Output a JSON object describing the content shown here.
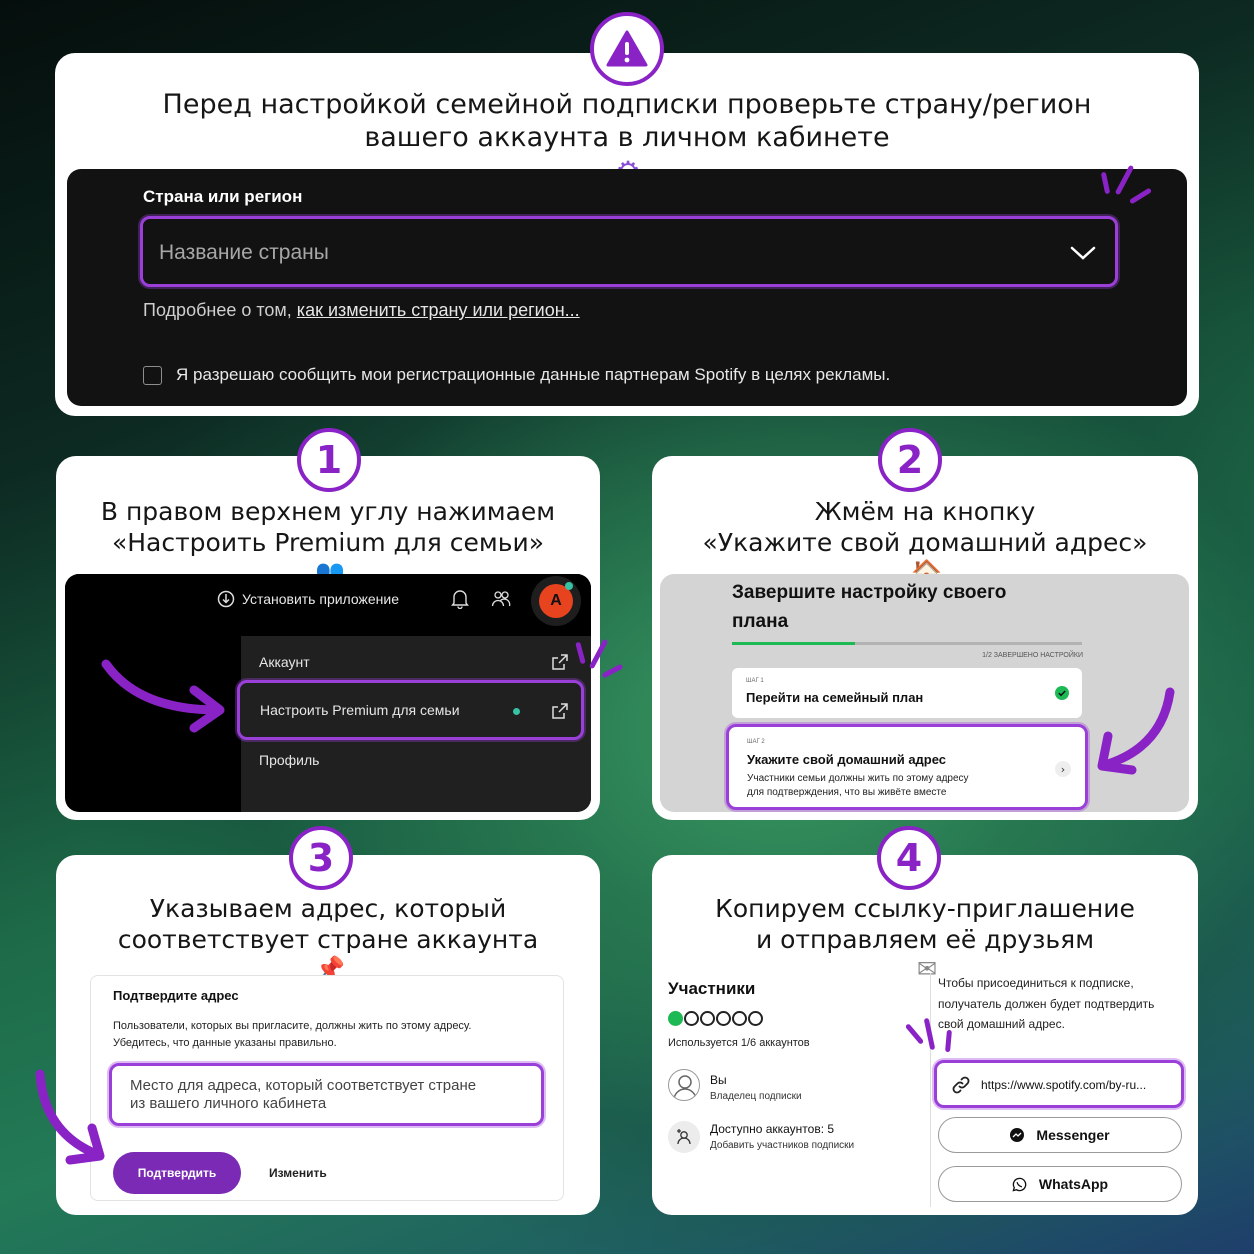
{
  "top": {
    "title_line1": "Перед настройкой семейной подписки проверьте страну/регион",
    "title_line2": "вашего аккаунта в личном кабинете",
    "field_label": "Страна или регион",
    "select_placeholder": "Название страны",
    "help_prefix": "Подробнее о том, ",
    "help_link": "как изменить страну или регион...",
    "consent_text": "Я разрешаю сообщить мои регистрационные данные партнерам Spotify в целях рекламы."
  },
  "step1": {
    "number": "1",
    "title_line1": "В правом верхнем углу нажимаем",
    "title_line2": "«Настроить Premium для семьи»",
    "install_label": "Установить приложение",
    "avatar_letter": "A",
    "menu": [
      "Аккаунт",
      "Настроить Premium для семьи",
      "Профиль"
    ]
  },
  "step2": {
    "number": "2",
    "title_line1": "Жмём на кнопку",
    "title_line2": "«Укажите свой домашний адрес»",
    "heading_line1": "Завершите настройку своего",
    "heading_line2": "плана",
    "progress_label": "1/2 ЗАВЕРШЕНО НАСТРОЙКИ",
    "progress_fraction": 0.35,
    "s1_tag": "ШАГ 1",
    "s1_title": "Перейти на семейный план",
    "s2_tag": "ШАГ 2",
    "s2_title": "Укажите свой домашний адрес",
    "s2_desc_line1": "Участники семьи должны жить по этому адресу",
    "s2_desc_line2": "для подтверждения, что вы живёте вместе"
  },
  "step3": {
    "number": "3",
    "title_line1": "Указываем адрес, который",
    "title_line2": "соответствует стране аккаунта",
    "form_title": "Подтвердите адрес",
    "desc_line1": "Пользователи, которых вы пригласите, должны жить по этому адресу.",
    "desc_line2": "Убедитесь, что данные указаны правильно.",
    "addr_line1": "Место для адреса, который соответствует стране",
    "addr_line2": "из вашего личного кабинета",
    "confirm_label": "Подтвердить",
    "change_label": "Изменить"
  },
  "step4": {
    "number": "4",
    "title_line1": "Копируем ссылку-приглашение",
    "title_line2": "и отправляем её друзьям",
    "members_title": "Участники",
    "used_text": "Используется 1/6 аккаунтов",
    "owner_name": "Вы",
    "owner_role": "Владелец подписки",
    "available_text": "Доступно аккаунтов: 5",
    "add_members_text": "Добавить участников подписки",
    "note_line1": "Чтобы присоединиться к подписке,",
    "note_line2": "получатель должен будет подтвердить",
    "note_line3": "свой домашний адрес.",
    "link_text": "https://www.spotify.com/by-ru...",
    "messenger_label": "Messenger",
    "whatsapp_label": "WhatsApp"
  },
  "colors": {
    "accent": "#8a23c6",
    "spotify_green": "#1db954",
    "avatar": "#e8431f"
  }
}
